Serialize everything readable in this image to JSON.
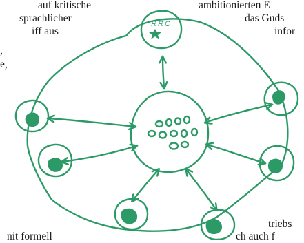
{
  "text_fragments": {
    "left": [
      "auf kritische",
      "sprachlicher",
      "iff aus",
      ",",
      "e,"
    ],
    "top_right": [
      "ambitionierten E",
      "das Guds",
      "infor"
    ],
    "bottom_left": "nit formell",
    "bottom_right_1": "triebs",
    "bottom_right_2": "ch auch f"
  },
  "diagram": {
    "ink_color": "#2b9a66",
    "top_node_label": "RRC",
    "top_node_icon": "star-icon"
  }
}
